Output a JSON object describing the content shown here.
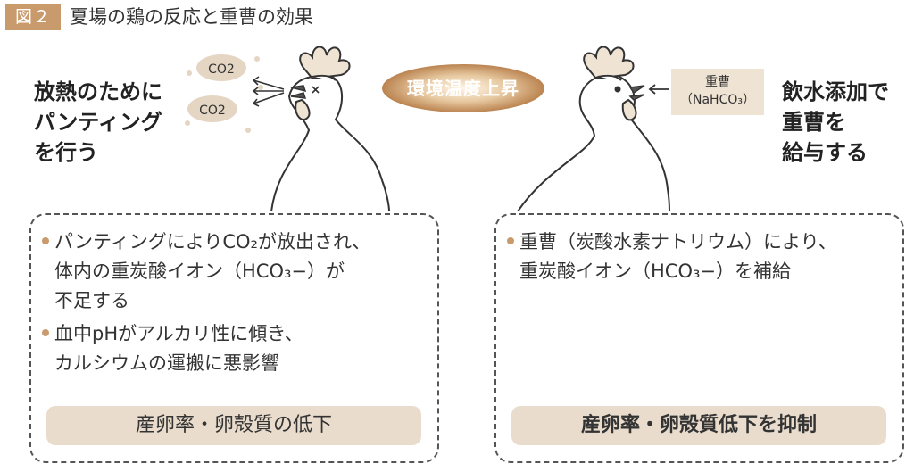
{
  "header": {
    "figure_label": "図２",
    "title": "夏場の鶏の反応と重曹の効果"
  },
  "center": {
    "label": "環境温度上昇"
  },
  "left_side": {
    "lines": [
      "放熱のために",
      "パンティング",
      "を行う"
    ],
    "co2_labels": [
      "CO2",
      "CO2"
    ],
    "bullets": [
      [
        "パンティングによりCO₂が放出され、",
        "体内の重炭酸イオン（HCO₃−）が",
        "不足する"
      ],
      [
        "血中pHがアルカリ性に傾き、",
        "カルシウムの運搬に悪影響"
      ]
    ],
    "result": "産卵率・卵殻質の低下"
  },
  "right_side": {
    "lines": [
      "飲水添加で",
      "重曹を",
      "給与する"
    ],
    "soda_line1": "重曹",
    "soda_line2": "（NaHCO₃）",
    "bullets": [
      [
        "重曹（炭酸水素ナトリウム）により、",
        "重炭酸イオン（HCO₃−）を補給"
      ]
    ],
    "result": "産卵率・卵殻質低下を抑制"
  },
  "colors": {
    "accent": "#c89a6c",
    "panel_fill": "#e9dccc",
    "oval": "#b9814d"
  }
}
